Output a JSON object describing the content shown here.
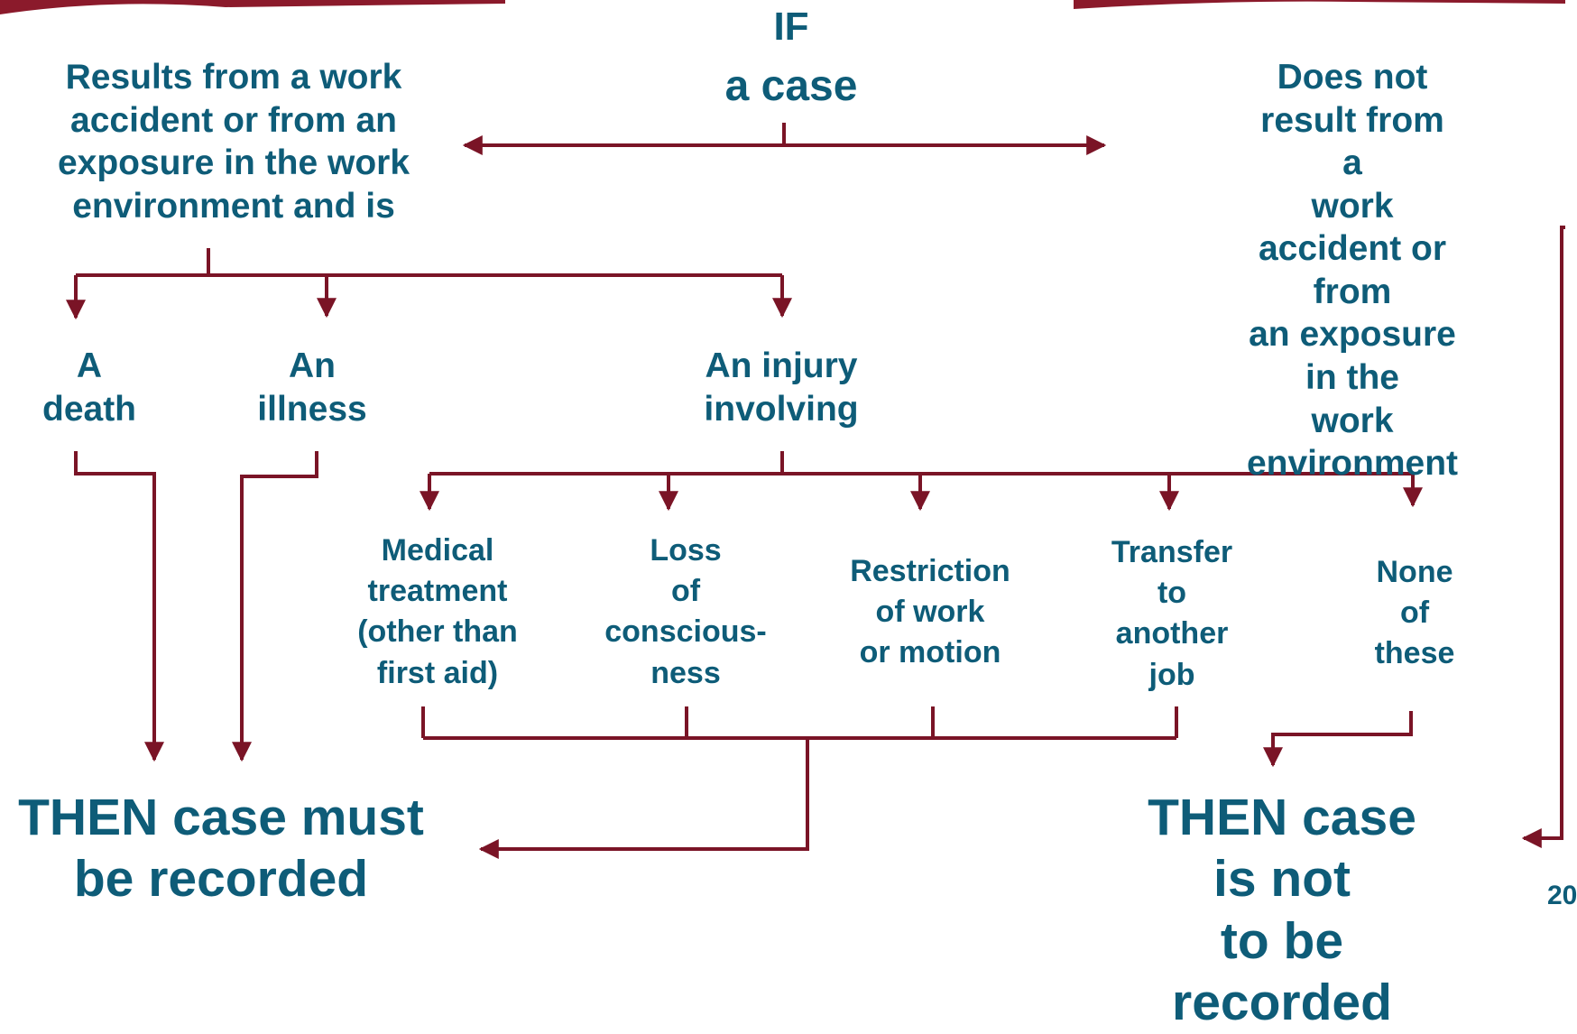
{
  "if_block": {
    "line1": "IF",
    "line2": "a case"
  },
  "work_related": "Results from a work\naccident or from an\nexposure in the work\nenvironment and is",
  "not_work_related": "Does not result from a\nwork accident or from\nan exposure in the\nwork environment",
  "death": "A\ndeath",
  "illness": "An\nillness",
  "injury": "An injury\ninvolving",
  "criteria": {
    "medical": "Medical\ntreatment\n(other than\nfirst aid)",
    "consciousness": "Loss\nof\nconscious-\nness",
    "restriction": "Restriction\nof work\nor motion",
    "transfer": "Transfer\nto\nanother\njob",
    "none": "None\nof\nthese"
  },
  "outcome_record": "THEN case must\nbe recorded",
  "outcome_not_record": "THEN case is not\nto be recorded",
  "page_number": "20",
  "colors": {
    "text": "#0e5c78",
    "arrows": "#7a1426",
    "banner": "#8b1a2b"
  }
}
